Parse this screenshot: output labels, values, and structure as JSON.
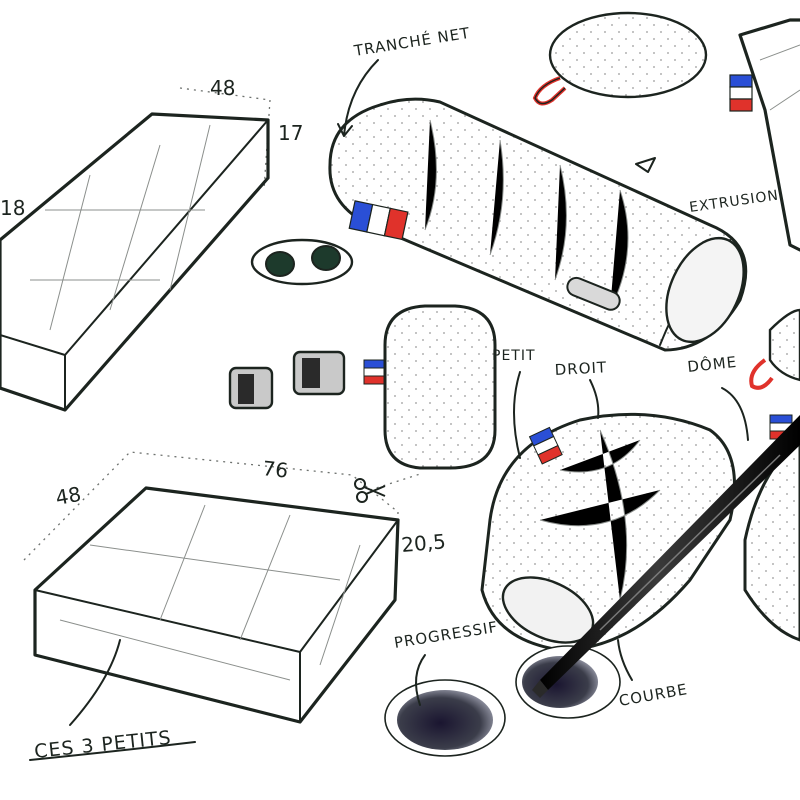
{
  "annotations": {
    "tranche_net": "TRANCHÉ NET",
    "extrusion": "EXTRUSION",
    "petit": "PETIT",
    "droit": "DROIT",
    "dome": "DÔME",
    "progressif": "PROGRESSIF",
    "courbe": "COURBE",
    "ces_3_petits": "CES 3 PETITS"
  },
  "dimensions": {
    "box1_length": "48",
    "box1_height": "17",
    "box1_width": "18",
    "box2_depth": "48",
    "box2_length": "76",
    "box2_height": "20,5"
  },
  "colors": {
    "flag_blue": "#2a4fd6",
    "flag_white": "#ffffff",
    "flag_red": "#e0322b",
    "ink": "#1c241f"
  },
  "icons": {
    "scissors": "scissors-icon"
  }
}
